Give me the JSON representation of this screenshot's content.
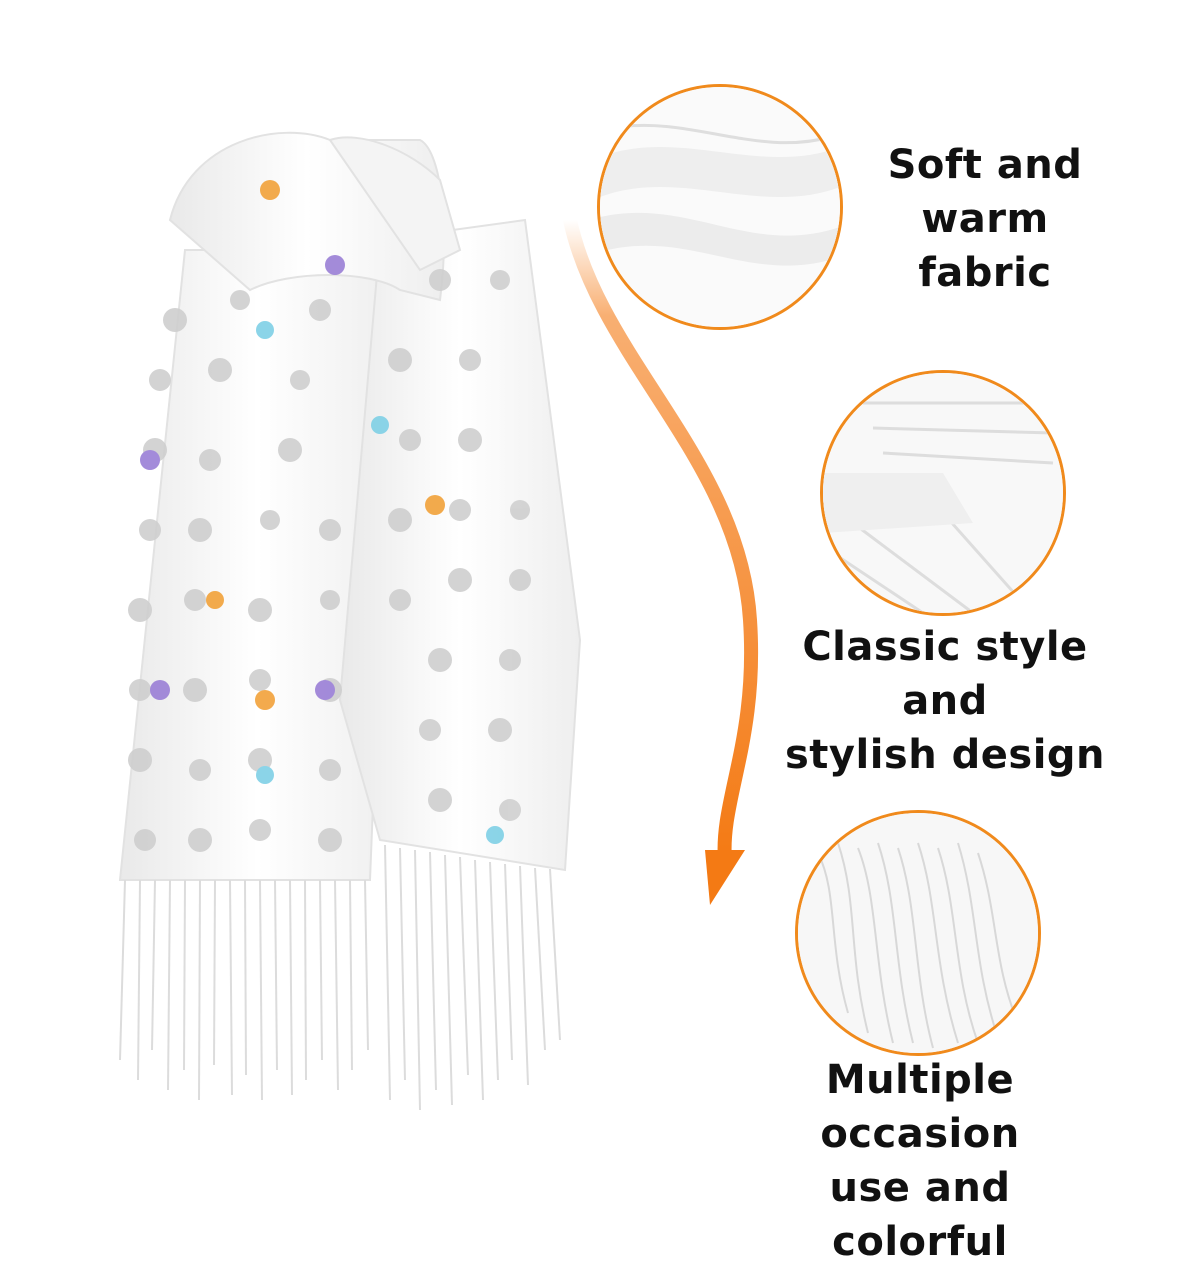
{
  "product": {
    "image": "scarf-with-cat-pattern"
  },
  "arrow": {
    "color": "#f47a14"
  },
  "features": [
    {
      "icon": "fabric-folds-closeup",
      "line1": "Soft and",
      "line2": "warm fabric"
    },
    {
      "icon": "pleated-fabric-closeup",
      "line1": "Classic style and",
      "line2": "stylish design"
    },
    {
      "icon": "fringe-tassels-closeup",
      "line1": "Multiple occasion",
      "line2": "use and colorful"
    }
  ],
  "accent_color": "#f08a1c"
}
